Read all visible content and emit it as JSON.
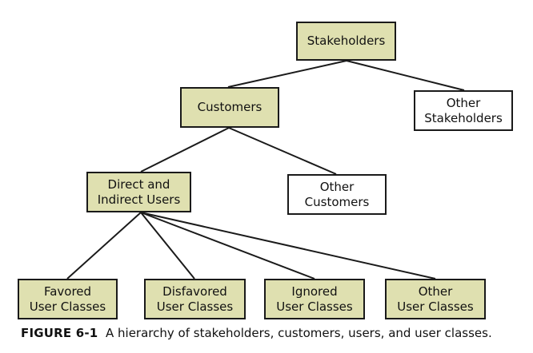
{
  "nodes": {
    "stakeholders": "Stakeholders",
    "customers": "Customers",
    "other_stakeholders": "Other\nStakeholders",
    "direct_indirect_users": "Direct and\nIndirect Users",
    "other_customers": "Other\nCustomers",
    "favored": "Favored\nUser Classes",
    "disfavored": "Disfavored\nUser Classes",
    "ignored": "Ignored\nUser Classes",
    "other_user_classes": "Other\nUser Classes"
  },
  "caption": {
    "label": "FIGURE 6-1",
    "text": "A hierarchy of stakeholders, customers, users, and user classes."
  },
  "colors": {
    "filled_box": "#dfe0b0",
    "plain_box": "#ffffff",
    "line": "#1a1a1a"
  }
}
